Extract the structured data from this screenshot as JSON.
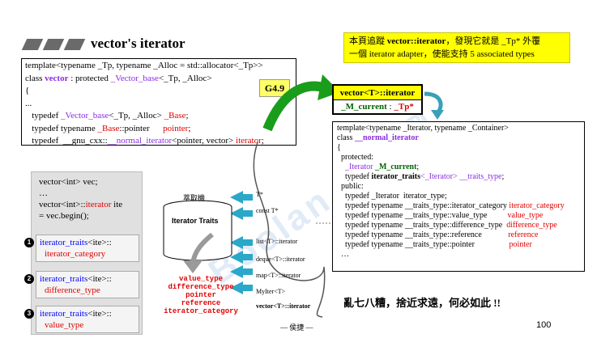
{
  "title": "vector's iterator",
  "note": {
    "line1_pre": "本頁追蹤 ",
    "line1_bold": "vector::iterator",
    "line1_post": "，發現它就是 _Tp* 外覆",
    "line2": "一個 iterator adapter，使能支持 5 associated types"
  },
  "code": {
    "l1": "template<typename _Tp, typename _Alloc = std::allocator<_Tp>>",
    "l2_a": "class ",
    "l2_b": "vector",
    "l2_c": " : protected ",
    "l2_d": "_Vector_base",
    "l2_e": "<_Tp, _Alloc>",
    "l3": "{",
    "l4": "...",
    "l5_a": "   typedef ",
    "l5_b": "_Vector_base",
    "l5_c": "<_Tp, _Alloc> ",
    "l5_d": "_Base",
    "l5_e": ";",
    "l6_a": "   typedef typename ",
    "l6_b": "_Base",
    "l6_c": "::pointer      ",
    "l6_d": "pointer",
    "l6_e": ";",
    "l7_a": "   typedef  __gnu_cxx::",
    "l7_b": "__normal_iterator",
    "l7_c": "<pointer, vector> ",
    "l7_d": "iterator",
    "l7_e": ";",
    "badge": "G4.9"
  },
  "left_box": {
    "l1": "vector<int> vec;",
    "l2": "…",
    "l3_a": "vector<int>::",
    "l3_b": "iterator",
    "l3_c": " ite",
    "l4": "   = vec.begin();",
    "q1_a": "iterator_traits",
    "q1_b": "<ite>::",
    "q1_c": "iterator_category",
    "q2_a": "iterator_traits",
    "q2_b": "<ite>::",
    "q2_c": "difference_type",
    "q3_a": "iterator_traits",
    "q3_b": "<ite>::",
    "q3_c": "value_type",
    "n1": "1",
    "n2": "2",
    "n3": "3"
  },
  "vit": {
    "head": "vector<T>::iterator",
    "body_a": "_M_current",
    "body_b": " : ",
    "body_c": "_Tp*"
  },
  "normal_iter": {
    "l1": "template<typename _Iterator, typename _Container>",
    "l2_a": "class ",
    "l2_b": "__normal_iterator",
    "l3": "{",
    "l4": "  protected:",
    "l5_a": "    _Iterator ",
    "l5_b": "_M_current",
    "l5_c": ";",
    "l6_a": "    typedef ",
    "l6_b": "iterator_traits",
    "l6_c": "<_Iterator> ",
    "l6_d": "__traits_type",
    "l6_e": ";",
    "l7": "  public:",
    "l8": "    typedef _Iterator  iterator_type;",
    "l9_a": "    typedef typename __traits_type::iterator_category ",
    "l9_b": "iterator_category",
    "l10_a": "    typedef typename __traits_type::value_type          ",
    "l10_b": "value_type",
    "l11_a": "    typedef typename __traits_type::difference_type  ",
    "l11_b": "difference_type",
    "l12_a": "    typedef typename __traits_type::reference             ",
    "l12_b": "reference",
    "l13_a": "    typedef typename __traits_type::pointer                 ",
    "l13_b": "pointer",
    "l14": "  …"
  },
  "traits_diagram": {
    "jp": "萃取機",
    "label": "Iterator Traits",
    "outputs": [
      "value_type",
      "difference_type",
      "pointer",
      "reference",
      "iterator_category"
    ],
    "iterators": [
      "T*",
      "const T*",
      "list<T>::iterator",
      "deque<T>::iterator",
      "map<T>::iterator",
      "MyIter<T>",
      "vector<T>::iterator"
    ]
  },
  "caption": "— 侯捷 —",
  "motto": "亂七八糟，捨近求遠，何必如此 !!",
  "page_number": "100",
  "watermark": "Boolan 博覽網"
}
